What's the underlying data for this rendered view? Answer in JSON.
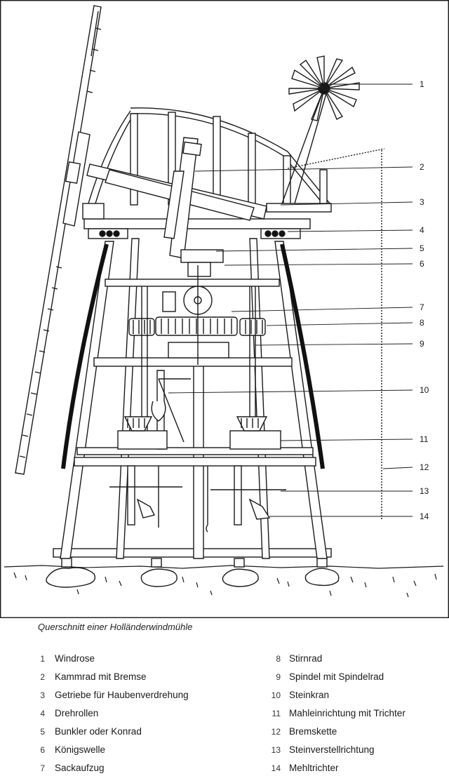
{
  "figure": {
    "caption": "Querschnitt einer Holländerwindmühle",
    "callouts": [
      "1",
      "2",
      "3",
      "4",
      "5",
      "6",
      "7",
      "8",
      "9",
      "10",
      "11",
      "12",
      "13",
      "14"
    ]
  },
  "legend": {
    "left": [
      {
        "num": "1",
        "text": "Windrose"
      },
      {
        "num": "2",
        "text": "Kammrad mit Bremse"
      },
      {
        "num": "3",
        "text": "Getriebe für Haubenverdrehung"
      },
      {
        "num": "4",
        "text": "Drehrollen"
      },
      {
        "num": "5",
        "text": "Bunkler oder Konrad"
      },
      {
        "num": "6",
        "text": "Königswelle"
      },
      {
        "num": "7",
        "text": "Sackaufzug"
      }
    ],
    "right": [
      {
        "num": "8",
        "text": "Stirnrad"
      },
      {
        "num": "9",
        "text": "Spindel mit Spindelrad"
      },
      {
        "num": "10",
        "text": "Steinkran"
      },
      {
        "num": "11",
        "text": "Mahleinrichtung mit Trichter"
      },
      {
        "num": "12",
        "text": "Bremskette"
      },
      {
        "num": "13",
        "text": "Steinverstellrichtung"
      },
      {
        "num": "14",
        "text": "Mehltrichter"
      }
    ]
  },
  "colors": {
    "ink": "#1a1a1a",
    "paper": "#ffffff"
  }
}
